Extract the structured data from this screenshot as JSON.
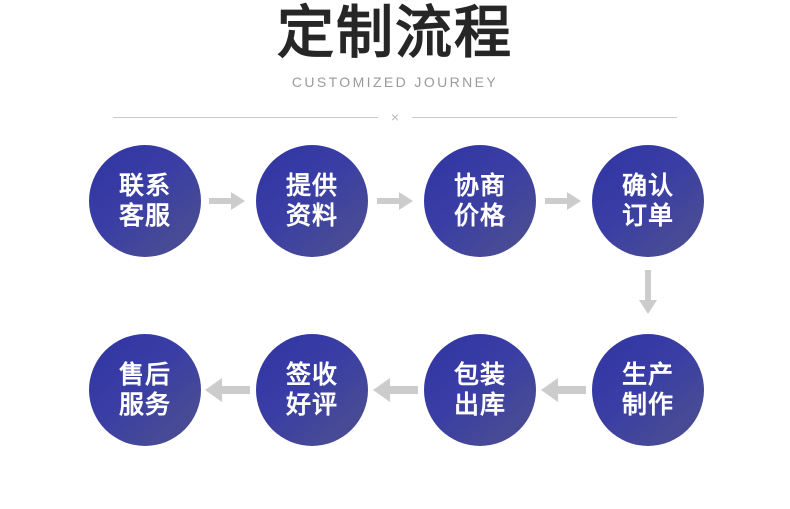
{
  "header": {
    "title": "定制流程",
    "subtitle": "CUSTOMIZED JOURNEY",
    "divider_mark": "×"
  },
  "colors": {
    "background": "#ffffff",
    "title": "#262626",
    "subtitle": "#9a9a9f",
    "divider": "#c9c9cc",
    "node_gradient_start": "#2f34a3",
    "node_gradient_end": "#4b4d90",
    "node_label": "#ffffff",
    "arrow": "#cccccc"
  },
  "flow": {
    "rows": [
      {
        "direction": "right",
        "nodes": [
          {
            "line1": "联系",
            "line2": "客服",
            "label": "联系\n客服"
          },
          {
            "line1": "提供",
            "line2": "资料",
            "label": "提供\n资料"
          },
          {
            "line1": "协商",
            "line2": "价格",
            "label": "协商\n价格"
          },
          {
            "line1": "确认",
            "line2": "订单",
            "label": "确认\n订单"
          }
        ]
      },
      {
        "direction": "left",
        "nodes": [
          {
            "line1": "售后",
            "line2": "服务",
            "label": "售后\n服务"
          },
          {
            "line1": "签收",
            "line2": "好评",
            "label": "签收\n好评"
          },
          {
            "line1": "包装",
            "line2": "出库",
            "label": "包装\n出库"
          },
          {
            "line1": "生产",
            "line2": "制作",
            "label": "生产\n制作"
          }
        ]
      }
    ],
    "connector_between_rows": "down-arrow",
    "step_order": [
      "联系客服",
      "提供资料",
      "协商价格",
      "确认订单",
      "生产制作",
      "包装出库",
      "签收好评",
      "售后服务"
    ]
  }
}
